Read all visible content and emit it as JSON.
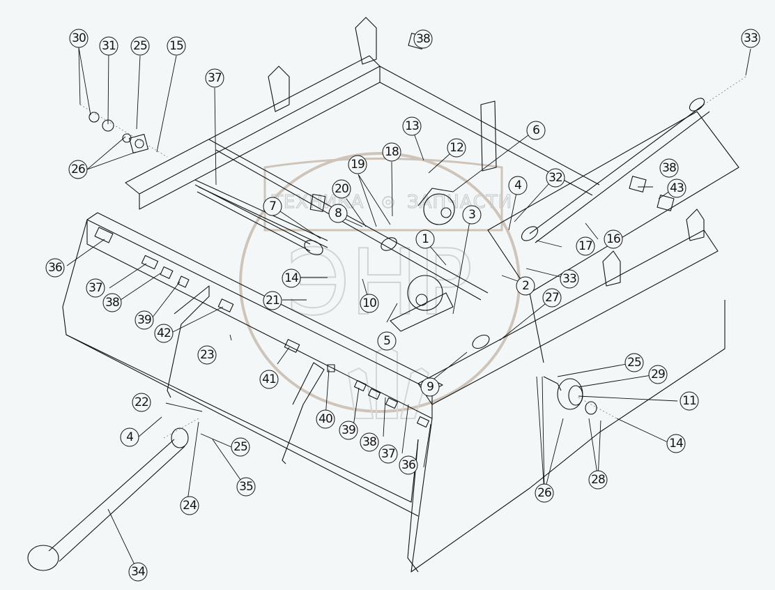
{
  "diagram": {
    "type": "exploded-parts-assembly",
    "subject": "Mower frame and drive line assembly",
    "background_color": "#f3f7f8",
    "line_color": "#111111",
    "watermark": {
      "text_left": "ТЕХНИКА",
      "text_right": "ЗАПЧАСТИ",
      "gear_icon": "gear-icon",
      "logo_letters": "ЭНР",
      "color": "#b9a898"
    }
  },
  "callouts": [
    {
      "label": "30"
    },
    {
      "label": "31"
    },
    {
      "label": "25"
    },
    {
      "label": "15"
    },
    {
      "label": "26"
    },
    {
      "label": "37"
    },
    {
      "label": "38"
    },
    {
      "label": "33"
    },
    {
      "label": "13"
    },
    {
      "label": "12"
    },
    {
      "label": "6"
    },
    {
      "label": "18"
    },
    {
      "label": "19"
    },
    {
      "label": "20"
    },
    {
      "label": "7"
    },
    {
      "label": "8"
    },
    {
      "label": "4"
    },
    {
      "label": "32"
    },
    {
      "label": "38"
    },
    {
      "label": "43"
    },
    {
      "label": "3"
    },
    {
      "label": "1"
    },
    {
      "label": "17"
    },
    {
      "label": "16"
    },
    {
      "label": "36"
    },
    {
      "label": "37"
    },
    {
      "label": "38"
    },
    {
      "label": "14"
    },
    {
      "label": "10"
    },
    {
      "label": "21"
    },
    {
      "label": "2"
    },
    {
      "label": "33"
    },
    {
      "label": "39"
    },
    {
      "label": "42"
    },
    {
      "label": "5"
    },
    {
      "label": "27"
    },
    {
      "label": "23"
    },
    {
      "label": "41"
    },
    {
      "label": "9"
    },
    {
      "label": "25"
    },
    {
      "label": "29"
    },
    {
      "label": "11"
    },
    {
      "label": "22"
    },
    {
      "label": "40"
    },
    {
      "label": "39"
    },
    {
      "label": "38"
    },
    {
      "label": "37"
    },
    {
      "label": "36"
    },
    {
      "label": "4"
    },
    {
      "label": "25"
    },
    {
      "label": "14"
    },
    {
      "label": "35"
    },
    {
      "label": "26"
    },
    {
      "label": "28"
    },
    {
      "label": "24"
    },
    {
      "label": "34"
    }
  ]
}
